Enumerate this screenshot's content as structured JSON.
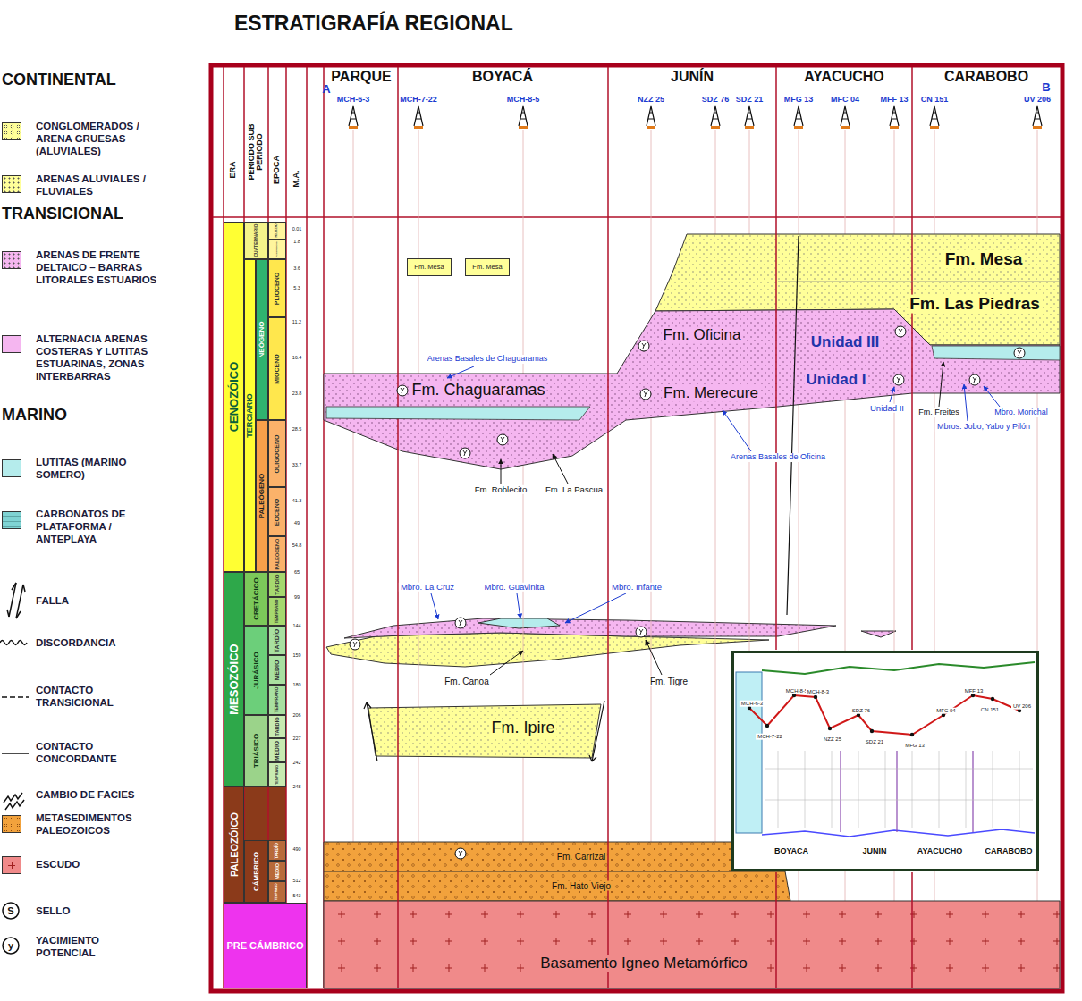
{
  "diagram": {
    "title": "ESTRATIGRAFÍA REGIONAL",
    "nodes": [
      {
        "text": [
          "CENOZÓICO"
        ]
      },
      {
        "text": [
          "MESOZÓICO"
        ]
      },
      {
        "text": [
          "PALEOZÓICO"
        ]
      },
      {
        "text": [
          "PRE CÁMBRICO"
        ]
      },
      {
        "text": [
          "TERCIARIO"
        ]
      },
      {
        "text": [
          "CUATERNARIO"
        ]
      },
      {
        "text": [
          "NEÓGENO"
        ]
      },
      {
        "text": [
          "PALEÓGENO"
        ]
      },
      {
        "text": [
          "CRETÁCICO"
        ]
      },
      {
        "text": [
          "JURÁSICO"
        ]
      },
      {
        "text": [
          "TRIÁSICO"
        ]
      },
      {
        "text": [
          "CÁMBRICO"
        ]
      },
      {
        "text": [
          "HOLOCENO"
        ]
      },
      {
        "text": [
          "PLEISTOCENO"
        ]
      },
      {
        "text": [
          "PLIOCENO"
        ]
      },
      {
        "text": [
          "MIOCENO"
        ]
      },
      {
        "text": [
          "OLIGOCENO"
        ]
      },
      {
        "text": [
          "EOCENO"
        ]
      },
      {
        "text": [
          "PALEOCENO"
        ]
      },
      {
        "text": [
          "TARDÍO"
        ]
      },
      {
        "text": [
          "TEMPRANO"
        ]
      },
      {
        "text": [
          "TARDÍO"
        ]
      },
      {
        "text": [
          "MEDIO"
        ]
      },
      {
        "text": [
          "TEMPRANO"
        ]
      },
      {
        "text": [
          "TARDÍO"
        ]
      },
      {
        "text": [
          "MEDIO"
        ]
      },
      {
        "text": [
          "TEMPRANO"
        ]
      },
      {
        "text": [
          "TARDÍO"
        ]
      },
      {
        "text": [
          "MEDIO"
        ]
      },
      {
        "text": [
          "TEMPRANO"
        ]
      },
      {
        "text": [
          "Fm. Mesa",
          "Fm. Las Piedras"
        ]
      },
      {
        "text": [
          "Fm. Mesa"
        ]
      },
      {
        "text": [
          "Fm. Mesa"
        ]
      },
      {
        "text": [
          "Fm. Chaguaramas",
          "Fm. Oficina",
          "Fm. Merecure",
          "Unidad III",
          "Unidad I"
        ]
      },
      {
        "text": [
          "Fm. Ipire"
        ]
      },
      {
        "text": [
          "Fm. Carrizal",
          "Fm. Hato Viejo"
        ]
      },
      {
        "text": [
          "Basamento Igneo Metamórfico"
        ]
      },
      {
        "text": [
          "MCH-6-3",
          "MCH-7-22",
          "MCH-8-5",
          "MCH-8-3",
          "NZZ 25",
          "SDZ 76",
          "SDZ 21",
          "MFG 13",
          "MFC 04",
          "MFF 13",
          "CN 151",
          "UV 206",
          "BOYACA",
          "JUNIN",
          "AYACUCHO",
          "CARABOBO"
        ]
      }
    ],
    "labels": [
      "CONTINENTAL",
      "TRANSICIONAL",
      "MARINO",
      "S",
      "y",
      "ERA",
      "PERIODO SUB PERIODO",
      "EPOCA",
      "M.A.",
      "PARQUE",
      "BOYACÁ",
      "JUNÍN",
      "AYACUCHO",
      "CARABOBO",
      "A",
      "B",
      "MCH-6-3",
      "MCH-7-22",
      "MCH-8-5",
      "NZZ 25",
      "SDZ 76",
      "SDZ 21",
      "MFG 13",
      "MFC 04",
      "MFF 13",
      "CN 151",
      "UV 206",
      "Arenas Basales de Chaguaramas",
      "Fm. Roblecito",
      "Fm. La Pascua",
      "Arenas Basales de Oficina",
      "Unidad II",
      "Fm. Freites",
      "Mbros. Jobo, Yabo y Pilón",
      "Mbro. Morichal",
      "Mbro. La Cruz",
      "Mbro. Guavinita",
      "Mbro. Infante",
      "Fm. Canoa",
      "Fm. Tigre",
      "0.01",
      "1.8",
      "3.6",
      "5.3",
      "11.2",
      "16.4",
      "23.8",
      "28.5",
      "33.7",
      "41.3",
      "49",
      "54.8",
      "65",
      "99",
      "144",
      "159",
      "180",
      "206",
      "227",
      "242",
      "248",
      "490",
      "512",
      "543"
    ],
    "legend": [
      {
        "text": "CONGLOMERADOS / ARENA GRUESAS (ALUVIALES)",
        "color": "#ffff99"
      },
      {
        "text": "ARENAS ALUVIALES / FLUVIALES",
        "color": "#ffff99"
      },
      {
        "text": "ARENAS DE FRENTE DELTAICO – BARRAS LITORALES ESTUARIOS",
        "color": "#f5b6f0"
      },
      {
        "text": "ALTERNACIA ARENAS COSTERAS Y LUTITAS ESTUARINAS, ZONAS INTERBARRAS",
        "color": "#f5b6f0"
      },
      {
        "text": "LUTITAS (MARINO SOMERO)",
        "color": "#b5ecec"
      },
      {
        "text": "CARBONATOS DE PLATAFORMA / ANTEPLAYA",
        "color": "#7fd3d3"
      },
      {
        "text": "FALLA"
      },
      {
        "text": "DISCORDANCIA"
      },
      {
        "text": "CONTACTO TRANSICIONAL"
      },
      {
        "text": "CONTACTO CONCORDANTE"
      },
      {
        "text": "CAMBIO DE FACIES"
      },
      {
        "text": "METASEDIMENTOS PALEOZOICOS",
        "color": "#f2a23c"
      },
      {
        "text": "ESCUDO",
        "color": "#f08a8a"
      },
      {
        "text": "SELLO"
      },
      {
        "text": "YACIMIENTO POTENCIAL"
      }
    ]
  }
}
